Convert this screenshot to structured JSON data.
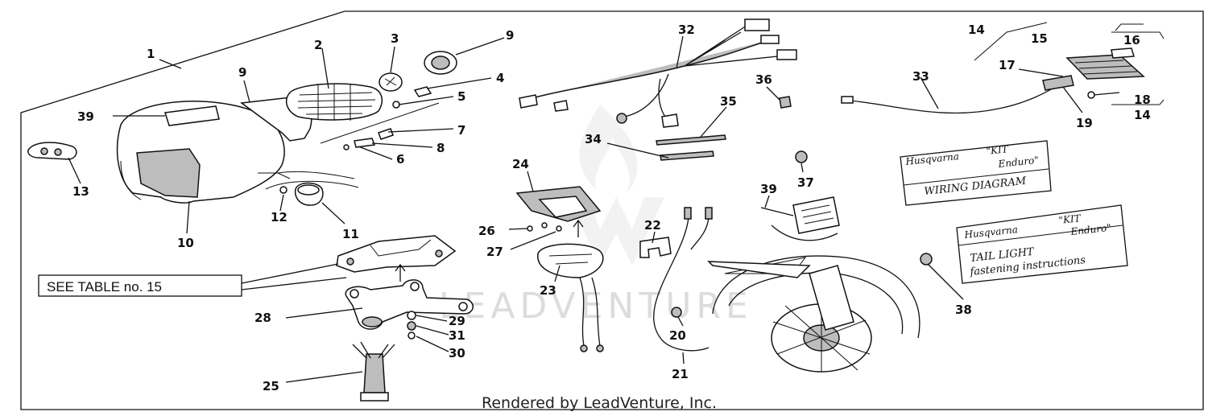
{
  "diagram": {
    "part_numbers": [
      "1",
      "2",
      "3",
      "4",
      "5",
      "6",
      "7",
      "8",
      "9",
      "9",
      "10",
      "11",
      "12",
      "13",
      "14",
      "14",
      "15",
      "16",
      "17",
      "18",
      "19",
      "20",
      "21",
      "22",
      "23",
      "24",
      "25",
      "26",
      "27",
      "28",
      "29",
      "30",
      "31",
      "32",
      "33",
      "34",
      "35",
      "36",
      "37",
      "38",
      "39",
      "39"
    ],
    "table_reference": "SEE TABLE no. 15",
    "wiring_card": {
      "brand": "Husqvarna",
      "kit_line1": "\"KIT",
      "kit_line2": "Enduro\"",
      "title": "WIRING DIAGRAM"
    },
    "taillight_card": {
      "brand": "Husqvarna",
      "kit_line1": "\"KIT",
      "kit_line2": "Enduro\"",
      "title_line1": "TAIL LIGHT",
      "title_line2": "fastening instructions"
    },
    "watermark": "LEADVENTURE",
    "credit": "Rendered by LeadVenture, Inc."
  }
}
